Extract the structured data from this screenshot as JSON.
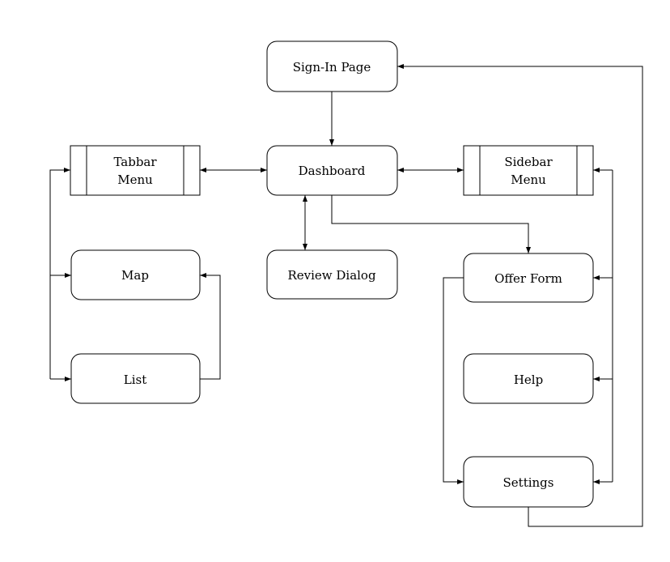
{
  "colors": {
    "stroke": "#000000",
    "fill": "#ffffff",
    "text": "#000000"
  },
  "nodes": {
    "signin": {
      "label": "Sign-In Page"
    },
    "dashboard": {
      "label": "Dashboard"
    },
    "tabbar": {
      "label_line1": "Tabbar",
      "label_line2": "Menu"
    },
    "sidebar": {
      "label_line1": "Sidebar",
      "label_line2": "Menu"
    },
    "map": {
      "label": "Map"
    },
    "review": {
      "label": "Review Dialog"
    },
    "offer": {
      "label": "Offer Form"
    },
    "list": {
      "label": "List"
    },
    "help": {
      "label": "Help"
    },
    "settings": {
      "label": "Settings"
    }
  },
  "edges": [
    {
      "from": "Sign-In Page",
      "to": "Dashboard",
      "direction": "forward"
    },
    {
      "from": "Dashboard",
      "to": "Tabbar Menu",
      "direction": "both"
    },
    {
      "from": "Dashboard",
      "to": "Sidebar Menu",
      "direction": "both"
    },
    {
      "from": "Dashboard",
      "to": "Review Dialog",
      "direction": "both"
    },
    {
      "from": "Dashboard",
      "to": "Offer Form",
      "direction": "forward"
    },
    {
      "from": "Tabbar Menu",
      "to": "Map",
      "direction": "both"
    },
    {
      "from": "Tabbar Menu",
      "to": "List",
      "direction": "both"
    },
    {
      "from": "List",
      "to": "Map",
      "direction": "forward"
    },
    {
      "from": "Sidebar Menu",
      "to": "Offer Form",
      "direction": "both"
    },
    {
      "from": "Sidebar Menu",
      "to": "Help",
      "direction": "both"
    },
    {
      "from": "Sidebar Menu",
      "to": "Settings",
      "direction": "both"
    },
    {
      "from": "Offer Form",
      "to": "Settings",
      "direction": "forward"
    },
    {
      "from": "Settings",
      "to": "Sign-In Page",
      "direction": "forward"
    }
  ]
}
